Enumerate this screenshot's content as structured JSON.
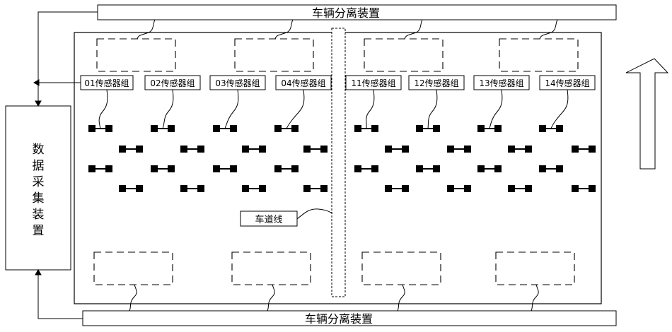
{
  "top_device": {
    "label": "车辆分离装置"
  },
  "bottom_device": {
    "label": "车辆分离装置"
  },
  "daq": {
    "chars": [
      "数",
      "据",
      "采",
      "集",
      "装",
      "置"
    ]
  },
  "lane": {
    "label": "车道线"
  },
  "sensors": [
    {
      "label": "01传感器组"
    },
    {
      "label": "02传感器组"
    },
    {
      "label": "03传感器组"
    },
    {
      "label": "04传感器组"
    },
    {
      "label": "11传感器组"
    },
    {
      "label": "12传感器组"
    },
    {
      "label": "13传感器组"
    },
    {
      "label": "14传感器组"
    }
  ],
  "colors": {
    "line": "#000000",
    "fill": "#ffffff",
    "sensor": "#000000"
  }
}
